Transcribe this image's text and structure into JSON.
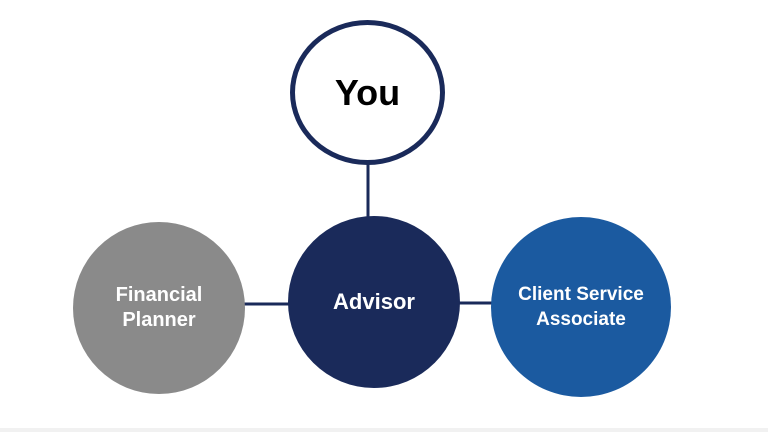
{
  "diagram": {
    "nodes": {
      "you": {
        "label": "You"
      },
      "advisor": {
        "label": "Advisor"
      },
      "financial_planner": {
        "label": "Financial\nPlanner"
      },
      "client_service_associate": {
        "label": "Client Service\nAssociate"
      }
    },
    "edges": [
      {
        "from": "you",
        "to": "advisor"
      },
      {
        "from": "financial_planner",
        "to": "advisor"
      },
      {
        "from": "advisor",
        "to": "client_service_associate"
      }
    ],
    "colors": {
      "navy": "#1a2a5a",
      "gray": "#8a8a8a",
      "blue": "#1b5aa0",
      "connector": "#1a2a5a"
    }
  }
}
